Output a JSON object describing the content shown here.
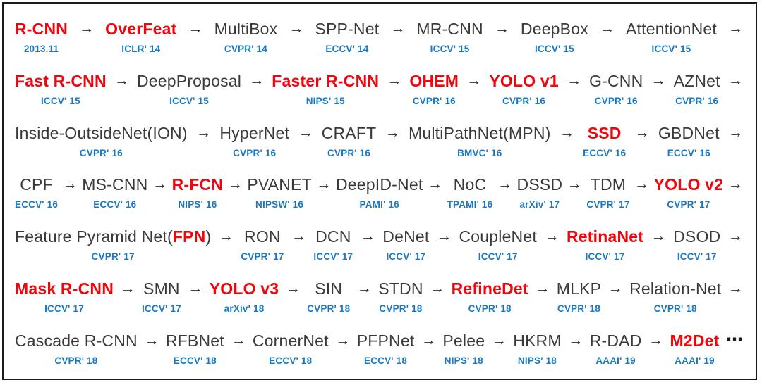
{
  "diagram": {
    "title": "Object detection models timeline",
    "arrow_glyph": "→",
    "ellipsis_glyph": "⋯",
    "colors": {
      "highlight_red": "#f2040c",
      "venue_blue": "#1779c5",
      "text_dark": "#3a3a3a",
      "border_black": "#1a1a1a"
    },
    "rows": [
      {
        "trail": "arrow",
        "items": [
          {
            "name": "R-CNN",
            "red": true,
            "venue": "2013.11"
          },
          {
            "name": "OverFeat",
            "red": true,
            "venue": "ICLR' 14"
          },
          {
            "name": "MultiBox",
            "red": false,
            "venue": "CVPR' 14"
          },
          {
            "name": "SPP-Net",
            "red": false,
            "venue": "ECCV' 14"
          },
          {
            "name": "MR-CNN",
            "red": false,
            "venue": "ICCV' 15"
          },
          {
            "name": "DeepBox",
            "red": false,
            "venue": "ICCV' 15"
          },
          {
            "name": "AttentionNet",
            "red": false,
            "venue": "ICCV' 15"
          }
        ]
      },
      {
        "trail": "arrow",
        "items": [
          {
            "name": "Fast R-CNN",
            "red": true,
            "venue": "ICCV' 15"
          },
          {
            "name": "DeepProposal",
            "red": false,
            "venue": "ICCV' 15"
          },
          {
            "name": "Faster R-CNN",
            "red": true,
            "venue": "NIPS' 15"
          },
          {
            "name": "OHEM",
            "red": true,
            "venue": "CVPR' 16"
          },
          {
            "name": "YOLO v1",
            "red": true,
            "venue": "CVPR' 16"
          },
          {
            "name": "G-CNN",
            "red": false,
            "venue": "CVPR' 16"
          },
          {
            "name": "AZNet",
            "red": false,
            "venue": "CVPR' 16"
          }
        ]
      },
      {
        "trail": "arrow",
        "items": [
          {
            "name": "Inside-OutsideNet(ION)",
            "red": false,
            "venue": "CVPR' 16"
          },
          {
            "name": "HyperNet",
            "red": false,
            "venue": "CVPR' 16"
          },
          {
            "name": "CRAFT",
            "red": false,
            "venue": "CVPR' 16"
          },
          {
            "name": "MultiPathNet(MPN)",
            "red": false,
            "venue": "BMVC' 16"
          },
          {
            "name": "SSD",
            "red": true,
            "venue": "ECCV' 16"
          },
          {
            "name": "GBDNet",
            "red": false,
            "venue": "ECCV' 16"
          }
        ]
      },
      {
        "trail": "arrow",
        "items": [
          {
            "name": "CPF",
            "red": false,
            "venue": "ECCV' 16"
          },
          {
            "name": "MS-CNN",
            "red": false,
            "venue": "ECCV' 16"
          },
          {
            "name": "R-FCN",
            "red": true,
            "venue": "NIPS' 16"
          },
          {
            "name": "PVANET",
            "red": false,
            "venue": "NIPSW' 16"
          },
          {
            "name": "DeepID-Net",
            "red": false,
            "venue": "PAMI' 16"
          },
          {
            "name": "NoC",
            "red": false,
            "venue": "TPAMI' 16"
          },
          {
            "name": "DSSD",
            "red": false,
            "venue": "arXiv' 17"
          },
          {
            "name": "TDM",
            "red": false,
            "venue": "CVPR' 17"
          },
          {
            "name": "YOLO v2",
            "red": true,
            "venue": "CVPR' 17"
          }
        ]
      },
      {
        "trail": "arrow",
        "items": [
          {
            "parts": [
              {
                "t": "Feature Pyramid Net(",
                "red": false
              },
              {
                "t": "FPN",
                "red": true
              },
              {
                "t": ")",
                "red": false
              }
            ],
            "venue": "CVPR' 17"
          },
          {
            "name": "RON",
            "red": false,
            "venue": "CVPR' 17"
          },
          {
            "name": "DCN",
            "red": false,
            "venue": "ICCV' 17"
          },
          {
            "name": "DeNet",
            "red": false,
            "venue": "ICCV' 17"
          },
          {
            "name": "CoupleNet",
            "red": false,
            "venue": "ICCV' 17"
          },
          {
            "name": "RetinaNet",
            "red": true,
            "venue": "ICCV' 17"
          },
          {
            "name": "DSOD",
            "red": false,
            "venue": "ICCV' 17"
          }
        ]
      },
      {
        "trail": "arrow",
        "items": [
          {
            "name": "Mask R-CNN",
            "red": true,
            "venue": "ICCV' 17"
          },
          {
            "name": "SMN",
            "red": false,
            "venue": "ICCV' 17"
          },
          {
            "name": "YOLO v3",
            "red": true,
            "venue": "arXiv' 18"
          },
          {
            "name": "SIN",
            "red": false,
            "venue": "CVPR' 18"
          },
          {
            "name": "STDN",
            "red": false,
            "venue": "CVPR' 18"
          },
          {
            "name": "RefineDet",
            "red": true,
            "venue": "CVPR' 18"
          },
          {
            "name": "MLKP",
            "red": false,
            "venue": "CVPR' 18"
          },
          {
            "name": "Relation-Net",
            "red": false,
            "venue": "CVPR' 18"
          }
        ]
      },
      {
        "trail": "ellipsis",
        "items": [
          {
            "name": "Cascade R-CNN",
            "red": false,
            "venue": "CVPR' 18"
          },
          {
            "name": "RFBNet",
            "red": false,
            "venue": "ECCV' 18"
          },
          {
            "name": "CornerNet",
            "red": false,
            "venue": "ECCV' 18"
          },
          {
            "name": "PFPNet",
            "red": false,
            "venue": "ECCV' 18"
          },
          {
            "name": "Pelee",
            "red": false,
            "venue": "NIPS' 18"
          },
          {
            "name": "HKRM",
            "red": false,
            "venue": "NIPS' 18"
          },
          {
            "name": "R-DAD",
            "red": false,
            "venue": "AAAI' 19"
          },
          {
            "name": "M2Det",
            "red": true,
            "venue": "AAAI' 19"
          }
        ]
      }
    ]
  }
}
